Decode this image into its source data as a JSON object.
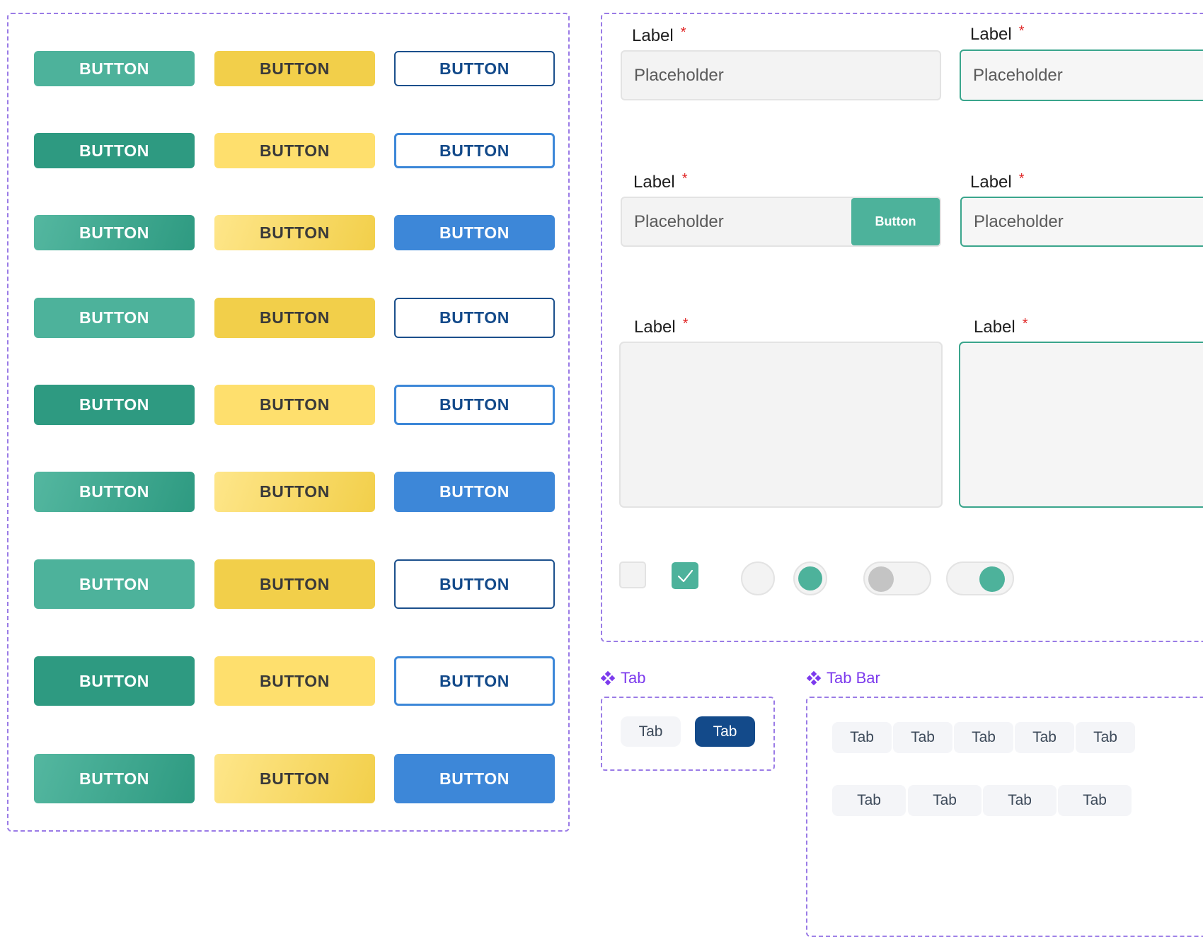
{
  "button_label": "BUTTON",
  "inputs": {
    "label": "Label",
    "required_mark": "*",
    "placeholder": "Placeholder",
    "inline_button": "Button"
  },
  "sections": {
    "tab_title": "Tab",
    "tab_bar_title": "Tab Bar"
  },
  "tab_label": "Tab",
  "tab_bar_rows": [
    [
      "Tab",
      "Tab",
      "Tab",
      "Tab",
      "Tab"
    ],
    [
      "Tab",
      "Tab",
      "Tab",
      "Tab"
    ]
  ],
  "controls": {
    "checkbox_unchecked": false,
    "checkbox_checked": true,
    "radio_unselected": false,
    "radio_selected": true,
    "toggle_off": false,
    "toggle_on": true
  },
  "colors": {
    "teal": "#4db29b",
    "teal_dark": "#2e9a81",
    "yellow": "#f2cf4a",
    "yellow_light": "#fedf6d",
    "blue": "#3d87d8",
    "navy": "#134a8a",
    "frame_purple": "#9a7be6",
    "required_red": "#e02424"
  }
}
